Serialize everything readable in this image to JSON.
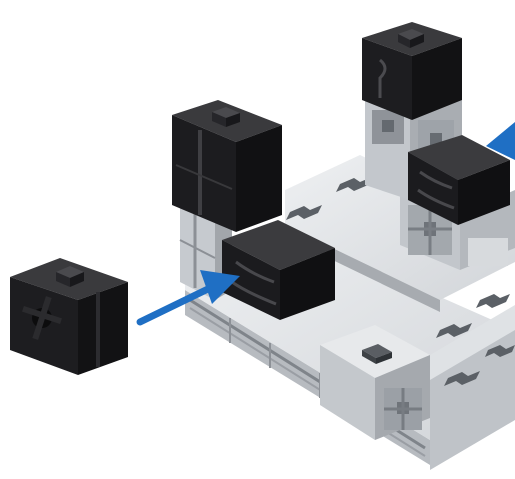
{
  "illustration": {
    "colors": {
      "background": "#ffffff",
      "black_part": "#1c1c1e",
      "black_part_top": "#3a3a3d",
      "black_part_side": "#0f0f10",
      "profile_top": "#e4e6e8",
      "profile_front": "#c9ccd0",
      "profile_side": "#a9adb2",
      "profile_shadow": "#8d9197",
      "arrow": "#1f6fc4"
    },
    "arrows": [
      {
        "name": "insert-arrow-left",
        "direction": "up-right"
      },
      {
        "name": "insert-arrow-right",
        "direction": "left"
      }
    ]
  }
}
